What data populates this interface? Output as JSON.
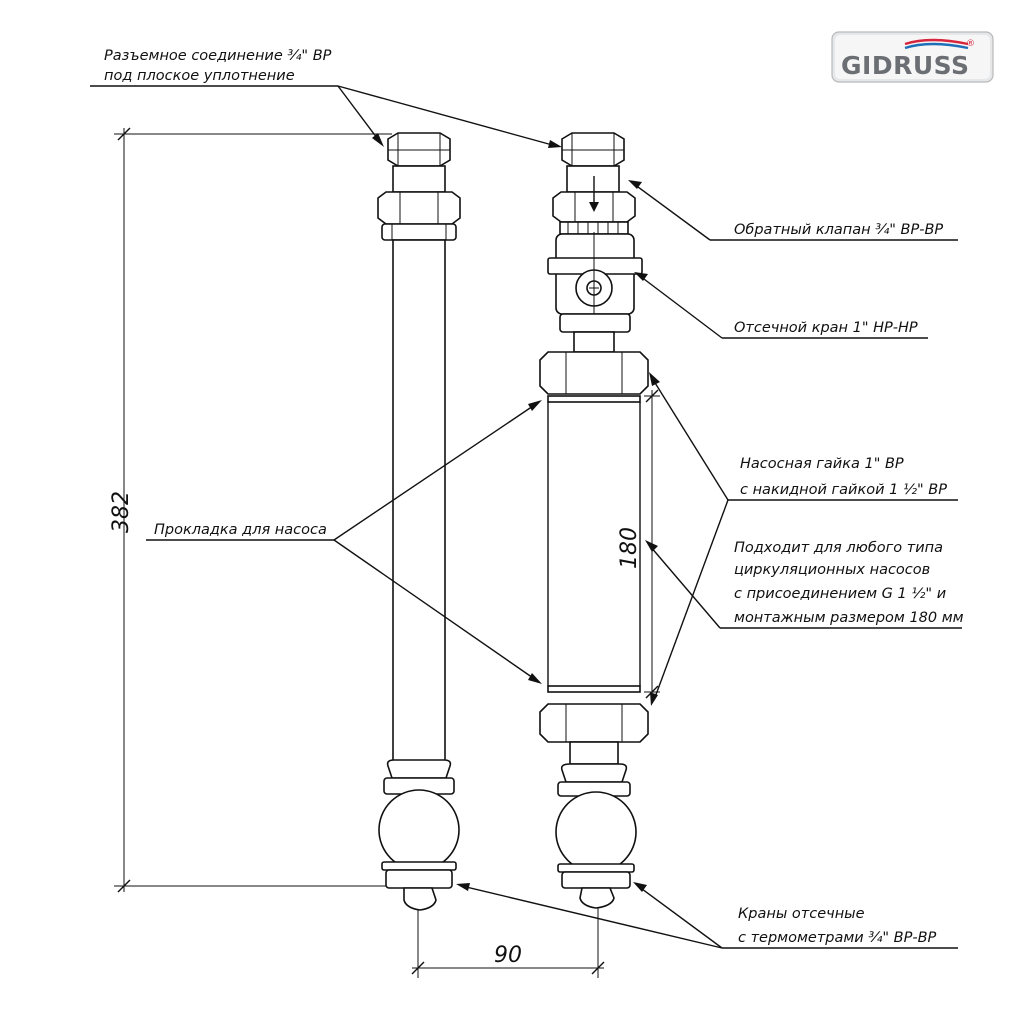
{
  "logo": {
    "text": "GIDRUSS",
    "registered": "®",
    "colors": {
      "text": "#6b6f73",
      "wave_red": "#d7263d",
      "wave_blue": "#1e6fb8"
    }
  },
  "callouts": {
    "union_line1": "Разъемное соединение ¾\" ВР",
    "union_line2": "под плоское уплотнение",
    "check_valve": "Обратный клапан ¾\" ВР-ВР",
    "shutoff_valve": "Отсечной кран 1\" НР-НР",
    "pump_nut_line1": "Насосная гайка 1\" ВР",
    "pump_nut_line2": "с накидной гайкой 1 ½\" ВР",
    "pump_gasket": "Прокладка для насоса",
    "fits_line1": "Подходит для любого типа",
    "fits_line2": "циркуляционных насосов",
    "fits_line3": "с присоединением G 1 ½\" и",
    "fits_line4": "монтажным размером 180 мм",
    "ball_valves_line1": "Краны отсечные",
    "ball_valves_line2": "с термометрами ¾\" ВР-ВР"
  },
  "dimensions": {
    "total_height": "382",
    "pump_length": "180",
    "axis_spacing": "90"
  }
}
